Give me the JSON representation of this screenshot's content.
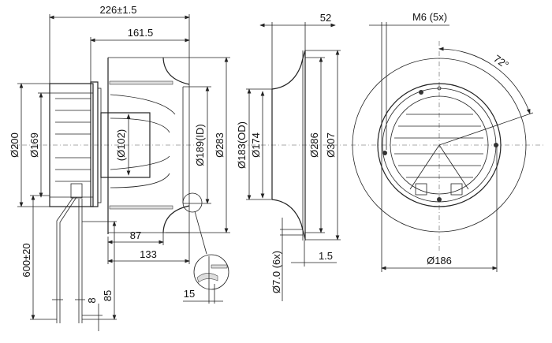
{
  "side_view": {
    "overall_length": "226±1.5",
    "impeller_length": "161.5",
    "motor_diameter": "Ø200",
    "motor_inner_diameter": "Ø169",
    "hub_diameter": "(Ø102)",
    "inlet_id": "Ø189(ID)",
    "impeller_diameter": "Ø283",
    "depth_87": "87",
    "depth_133": "133",
    "detail_15": "15",
    "cable_length": "600±20",
    "strip_8": "8",
    "strip_85": "85"
  },
  "inlet_ring": {
    "depth": "52",
    "outer_diameter": "Ø183(OD)",
    "throat_diameter": "Ø174",
    "bolt_circle": "Ø286",
    "flange_diameter": "Ø307",
    "thickness": "1.5",
    "holes": "Ø7.0 (6x)"
  },
  "front_view": {
    "thread": "M6 (5x)",
    "angle": "72°",
    "bolt_circle": "Ø186"
  }
}
